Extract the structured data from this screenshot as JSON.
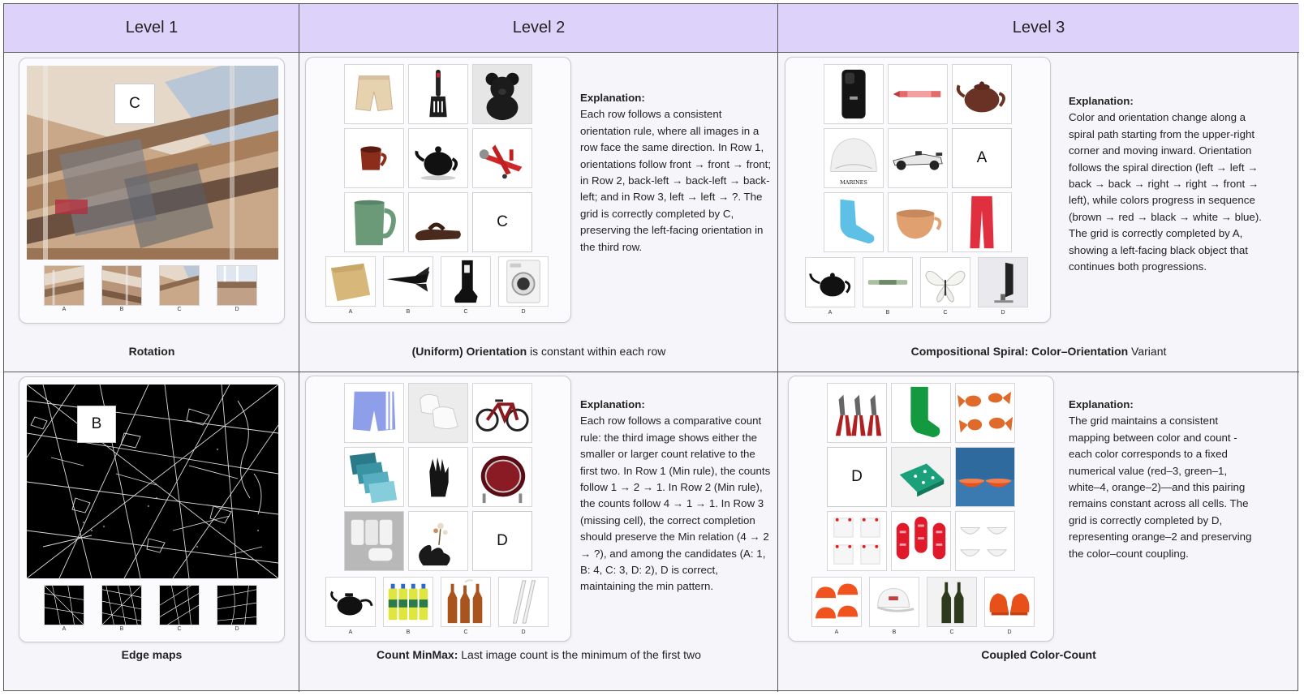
{
  "headers": [
    "Level 1",
    "Level 2",
    "Level 3"
  ],
  "candidate_labels": [
    "A",
    "B",
    "C",
    "D"
  ],
  "level1": {
    "rotation": {
      "answer_marker": "C",
      "caption": "Rotation"
    },
    "edge": {
      "answer_marker": "B",
      "caption": "Edge maps"
    }
  },
  "level2": {
    "orientation": {
      "missing_marker": "C",
      "caption_bold": "(Uniform) Orientation",
      "caption_rest": " is constant within each row",
      "explanation_title": "Explanation:",
      "explanation": "Each row follows a consistent orientation rule, where all images in a row face the same direction. In Row 1, orientations follow front → front → front; in Row 2, back-left → back-left → back-left; and in Row 3, left → left → ?. The grid is correctly completed by C, preserving the left-facing orientation in the third row."
    },
    "count": {
      "missing_marker": "D",
      "caption_bold": "Count MinMax:",
      "caption_rest": " Last image count is the minimum of the first two",
      "explanation_title": "Explanation:",
      "explanation": "Each row follows a comparative count rule: the third image shows either the smaller or larger count relative to the first two. In Row 1 (Min rule), the counts follow 1 → 2 → 1. In Row 2 (Min rule), the counts follow 4 → 1 → 1. In Row 3 (missing cell), the correct completion should preserve the Min relation (4 → 2 → ?), and among the candidates (A: 1, B: 4, C: 3, D: 2), D is correct, maintaining the min pattern."
    }
  },
  "level3": {
    "spiral": {
      "missing_marker": "A",
      "caption_bold": "Compositional Spiral: Color–Orientation",
      "caption_rest": " Variant",
      "explanation_title": "Explanation:",
      "explanation": "Color and orientation change along a spiral path starting from the upper-right corner and moving inward. Orientation follows the spiral direction (left → left → back → back → right → right → front → left), while colors progress in sequence (brown → red → black → white → blue). The grid is correctly completed by A, showing a left-facing black object that continues both progressions."
    },
    "colorcount": {
      "missing_marker": "D",
      "caption_bold": "Coupled Color-Count",
      "caption_rest": "",
      "explanation_title": "Explanation:",
      "explanation": "The grid maintains a consistent mapping between color and count - each color corresponds to a fixed numerical value (red–3, green–1, white–4, orange–2)—and this pairing remains constant across all cells. The grid is correctly completed by D, representing orange–2 and preserving the color–count coupling."
    }
  },
  "image_labels": {
    "hat_text": "MARINES"
  }
}
